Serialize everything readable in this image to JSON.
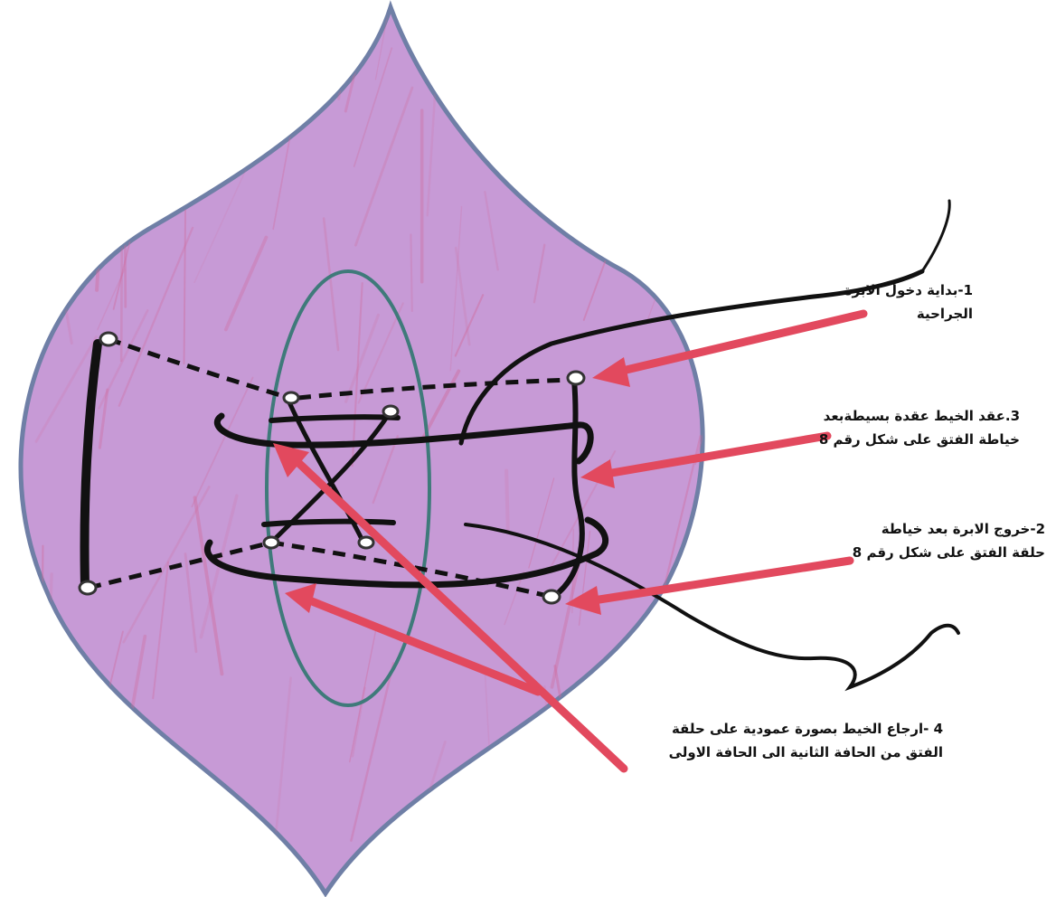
{
  "colors": {
    "tissue_fill": "#c79ad6",
    "tissue_edge": "#6f7fa6",
    "muscle_streak": "#d06a9a",
    "hernia_ring": "#3f7a7a",
    "thread": "#111111",
    "arrow": "#e2495e"
  },
  "labels": {
    "step1": {
      "line1": "1-بداية دخول الابرة",
      "line2": "الجراحية"
    },
    "step3": {
      "line1": "3.عقد الخيط عقدة بسيطةبعد",
      "line2": "خياطة الفتق على شكل رقم 8"
    },
    "step2": {
      "line1": "2-خروج الابرة بعد خياطة",
      "line2": "حلقة الفتق على شكل رقم 8"
    },
    "step4": {
      "line1": "4 -ارجاع الخيط بصورة عمودية على حلقة",
      "line2": "الفتق من الحافة الثانية الى الحافة الاولى"
    }
  }
}
